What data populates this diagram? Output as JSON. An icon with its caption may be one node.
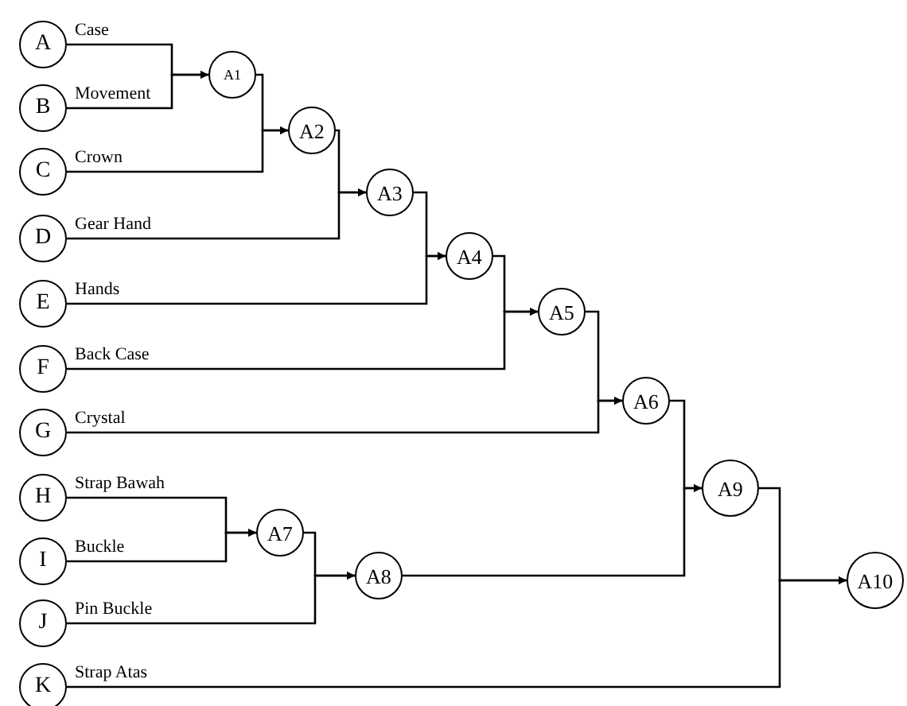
{
  "diagram": {
    "nodes": [
      {
        "text": [
          "A"
        ]
      },
      {
        "text": [
          "B"
        ]
      },
      {
        "text": [
          "C"
        ]
      },
      {
        "text": [
          "D"
        ]
      },
      {
        "text": [
          "E"
        ]
      },
      {
        "text": [
          "F"
        ]
      },
      {
        "text": [
          "G"
        ]
      },
      {
        "text": [
          "H"
        ]
      },
      {
        "text": [
          "I"
        ]
      },
      {
        "text": [
          "J"
        ]
      },
      {
        "text": [
          "K"
        ]
      },
      {
        "text": [
          "A1"
        ]
      },
      {
        "text": [
          "A2"
        ]
      },
      {
        "text": [
          "A3"
        ]
      },
      {
        "text": [
          "A4"
        ]
      },
      {
        "text": [
          "A5"
        ]
      },
      {
        "text": [
          "A6"
        ]
      },
      {
        "text": [
          "A7"
        ]
      },
      {
        "text": [
          "A8"
        ]
      },
      {
        "text": [
          "A9"
        ]
      },
      {
        "text": [
          "A10"
        ]
      }
    ],
    "edges": [
      {
        "from": 0,
        "to": 11,
        "arrow": "to",
        "label": "Case"
      },
      {
        "from": 1,
        "to": 11,
        "arrow": "to",
        "label": "Movement"
      },
      {
        "from": 11,
        "to": 12,
        "arrow": "to"
      },
      {
        "from": 2,
        "to": 12,
        "arrow": "to",
        "label": "Crown"
      },
      {
        "from": 12,
        "to": 13,
        "arrow": "to"
      },
      {
        "from": 3,
        "to": 13,
        "arrow": "to",
        "label": "Gear Hand"
      },
      {
        "from": 13,
        "to": 14,
        "arrow": "to"
      },
      {
        "from": 4,
        "to": 14,
        "arrow": "to",
        "label": "Hands"
      },
      {
        "from": 14,
        "to": 15,
        "arrow": "to"
      },
      {
        "from": 5,
        "to": 15,
        "arrow": "to",
        "label": "Back Case"
      },
      {
        "from": 15,
        "to": 16,
        "arrow": "to"
      },
      {
        "from": 6,
        "to": 16,
        "arrow": "to",
        "label": "Crystal"
      },
      {
        "from": 7,
        "to": 17,
        "arrow": "to",
        "label": "Strap Bawah"
      },
      {
        "from": 8,
        "to": 17,
        "arrow": "to",
        "label": "Buckle"
      },
      {
        "from": 17,
        "to": 18,
        "arrow": "to"
      },
      {
        "from": 9,
        "to": 18,
        "arrow": "to",
        "label": "Pin Buckle"
      },
      {
        "from": 16,
        "to": 19,
        "arrow": "to"
      },
      {
        "from": 18,
        "to": 19,
        "arrow": "to"
      },
      {
        "from": 19,
        "to": 20,
        "arrow": "to"
      },
      {
        "from": 10,
        "to": 20,
        "arrow": "to",
        "label": "Strap Atas"
      }
    ]
  }
}
